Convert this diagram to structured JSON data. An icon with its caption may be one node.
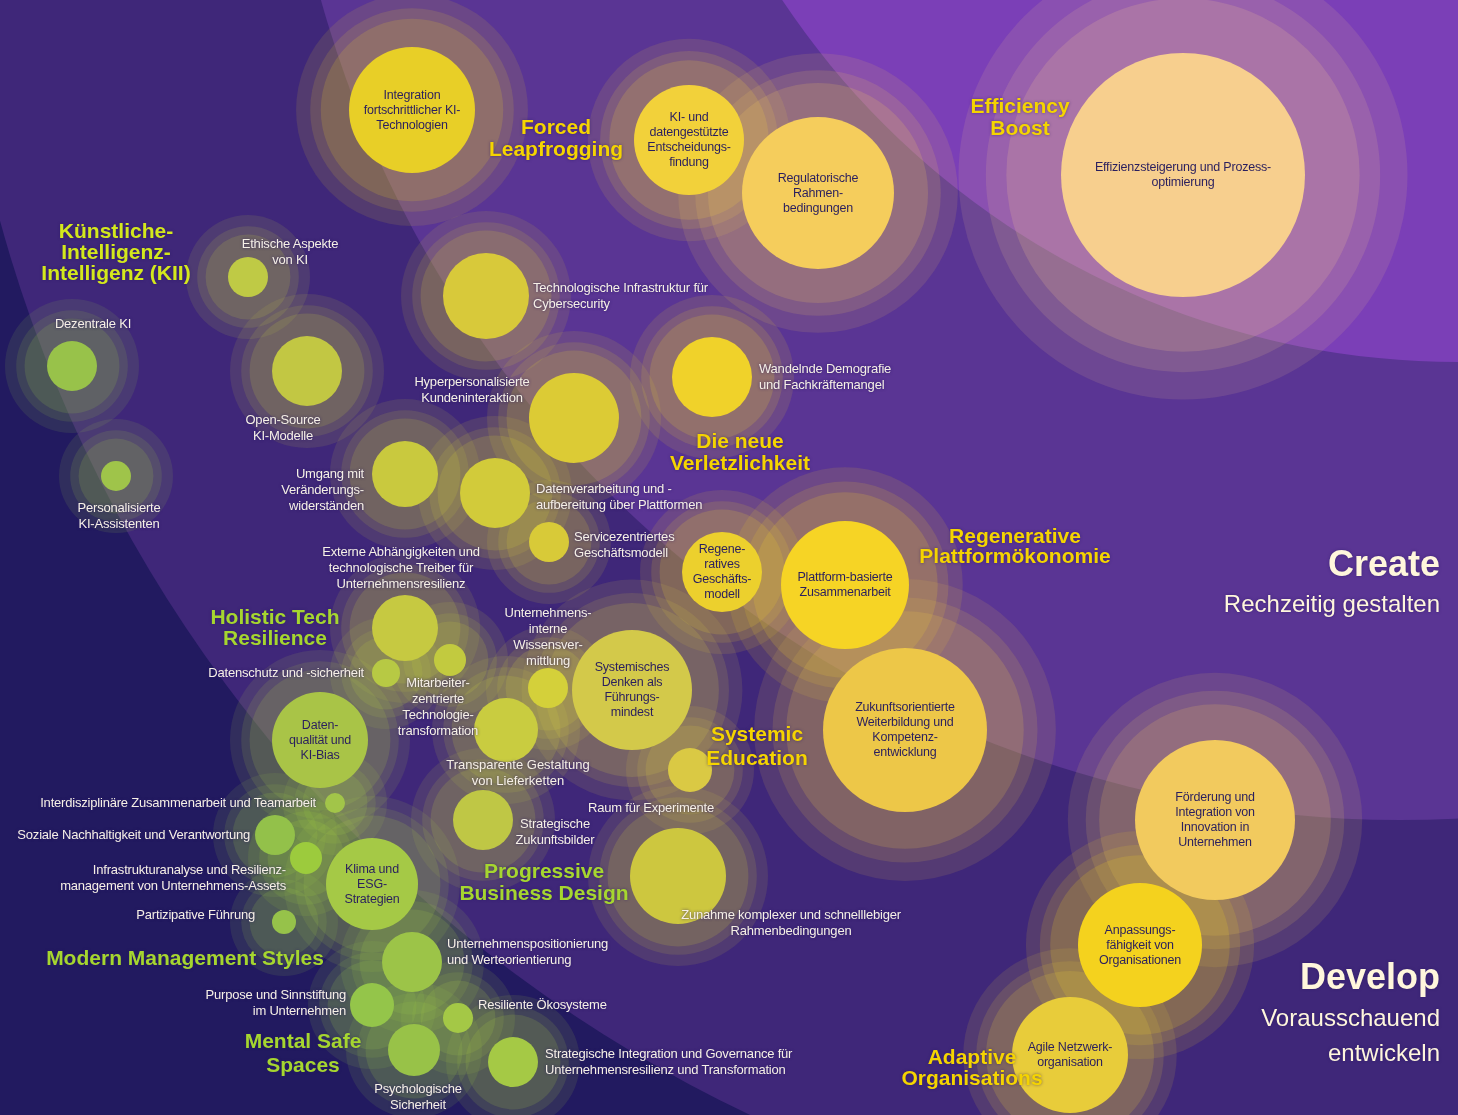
{
  "diagram": {
    "nodes": [
      {
        "text": [
          "Integration fortschrittlicher KI-Technologien"
        ]
      },
      {
        "text": [
          "KI- und datengestützte Entscheidungs-findung"
        ]
      },
      {
        "text": [
          "Regulatorische Rahmen-bedingungen"
        ]
      },
      {
        "text": [
          "Effizienzsteigerung und Prozess-optimierung"
        ]
      },
      {
        "text": [],
        "shape": "circle",
        "beside": [
          "Ethische Aspekte von KI"
        ]
      },
      {
        "text": [],
        "shape": "circle",
        "beside": [
          "Dezentrale KI"
        ]
      },
      {
        "text": [],
        "shape": "circle",
        "beside": [
          "Technologische Infrastruktur für Cybersecurity"
        ]
      },
      {
        "text": [],
        "shape": "circle",
        "beside": [
          "Open-Source KI-Modelle"
        ]
      },
      {
        "text": [],
        "shape": "circle",
        "beside": [
          "Wandelnde Demografie und Fachkräftemangel"
        ]
      },
      {
        "text": [],
        "shape": "circle",
        "beside": [
          "Hyperpersonalisierte Kundeninteraktion"
        ]
      },
      {
        "text": [],
        "shape": "circle",
        "beside": [
          "Personalisierte KI-Assistenten"
        ]
      },
      {
        "text": [],
        "shape": "circle",
        "beside": [
          "Umgang mit Veränderungs-widerständen"
        ]
      },
      {
        "text": [],
        "shape": "circle",
        "beside": [
          "Datenverarbeitung und -aufbereitung über Plattformen"
        ]
      },
      {
        "text": [],
        "shape": "circle",
        "beside": [
          "Servicezentriertes Geschäftsmodell"
        ]
      },
      {
        "text": [
          "Regene-ratives Geschäfts-modell"
        ]
      },
      {
        "text": [
          "Plattform-basierte Zusammenarbeit"
        ]
      },
      {
        "text": [],
        "shape": "circle",
        "beside": [
          "Externe Abhängigkeiten und technologische Treiber für Unternehmensresilienz"
        ]
      },
      {
        "text": [],
        "shape": "circle"
      },
      {
        "text": [],
        "shape": "circle",
        "beside": [
          "Datenschutz und -sicherheit"
        ]
      },
      {
        "text": [],
        "shape": "circle",
        "beside": [
          "Unternehmens-interne Wissensver-mittlung"
        ]
      },
      {
        "text": [],
        "shape": "circle",
        "beside": [
          "Mitarbeiter-zentrierte Technologie-transformation"
        ]
      },
      {
        "text": [
          "Systemisches Denken als Führungs-mindest"
        ]
      },
      {
        "text": [
          "Daten-qualität und KI-Bias"
        ]
      },
      {
        "text": [
          "Zukunftsorientierte Weiterbildung und Kompetenz-entwicklung"
        ]
      },
      {
        "text": [],
        "shape": "circle",
        "beside": [
          "Raum für Experimente"
        ]
      },
      {
        "text": [],
        "shape": "circle",
        "beside": [
          "Strategische Zukunftsbilder"
        ]
      },
      {
        "text": [],
        "shape": "circle",
        "beside": [
          "Interdisziplinäre Zusammenarbeit und Teamarbeit"
        ]
      },
      {
        "text": [],
        "shape": "circle",
        "beside": [
          "Soziale Nachhaltigkeit und Verantwortung"
        ]
      },
      {
        "text": [],
        "shape": "circle",
        "beside": [
          "Infrastrukturanalyse und Resilienz-management von Unternehmens-Assets"
        ]
      },
      {
        "text": [
          "Klima und ESG-Strategien"
        ]
      },
      {
        "text": [],
        "shape": "circle",
        "beside": [
          "Zunahme komplexer und schnelllebiger Rahmenbedingungen"
        ]
      },
      {
        "text": [],
        "shape": "circle",
        "beside": [
          "Partizipative Führung"
        ]
      },
      {
        "text": [],
        "shape": "circle",
        "beside": [
          "Unternehmenspositionierung und Werteorientierung"
        ]
      },
      {
        "text": [],
        "shape": "circle",
        "beside": [
          "Purpose und Sinnstiftung im Unternehmen"
        ]
      },
      {
        "text": [],
        "shape": "circle",
        "beside": [
          "Resiliente Ökosysteme"
        ]
      },
      {
        "text": [],
        "shape": "circle",
        "beside": [
          "Psychologische Sicherheit"
        ]
      },
      {
        "text": [],
        "shape": "circle",
        "beside": [
          "Strategische Integration und Governance für Unternehmensresilienz und Transformation"
        ]
      },
      {
        "text": [
          "Förderung und Integration von Innovation in Unternehmen"
        ]
      },
      {
        "text": [
          "Anpassungs-fähigkeit von Organisationen"
        ]
      },
      {
        "text": [
          "Agile Netzwerk-organisation"
        ]
      }
    ],
    "labels": [
      "Efficiency Boost",
      "Forced Leapfrogging",
      "Künstliche-Intelligenz-Intelligenz (KII)",
      "Die neue Verletzlichkeit",
      "Regenerative Plattformökonomie",
      "Create",
      "Rechzeitig gestalten",
      "Holistic Tech Resilience",
      "Systemic Education",
      "Transparente Gestaltung von Lieferketten",
      "Progressive Business Design",
      "Modern Management Styles",
      "Develop",
      "Vorausschauend entwickeln",
      "Mental Safe Spaces",
      "Adaptive Organisations"
    ]
  }
}
